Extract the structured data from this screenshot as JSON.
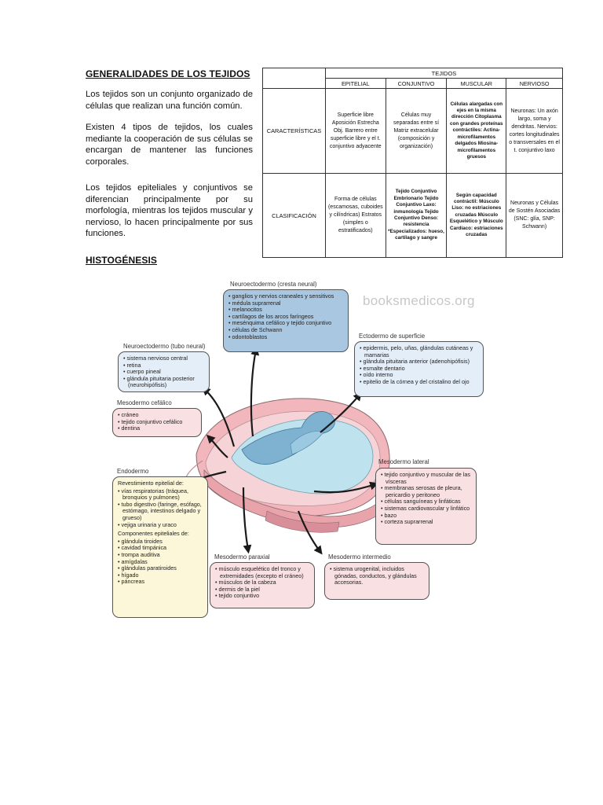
{
  "section1": {
    "title": "GENERALIDADES DE LOS TEJIDOS",
    "paragraphs": [
      "Los tejidos son un conjunto organizado de células que realizan una función común.",
      "Existen 4 tipos de tejidos, los cuales mediante la cooperación de sus células se encargan de mantener las funciones corporales.",
      "Los tejidos epiteliales y conjuntivos se diferencian principalmente por su morfología, mientras los tejidos muscular y nervioso, lo hacen principalmente por sus funciones."
    ]
  },
  "table": {
    "header": "TEJIDOS",
    "columns": [
      "EPITELIAL",
      "CONJUNTIVO",
      "MUSCULAR",
      "NERVIOSO"
    ],
    "rows": [
      {
        "label": "CARACTERÍSTICAS",
        "cells": [
          "Superficie libre Aposición Estrecha Obj. Barrero entre superficie libre y el t. conjuntivo adyacente",
          "Células muy separadas entre sí Matriz extracelular (composición y organización)",
          "Células alargadas con ejes en la misma dirección Citoplasma con grandes proteínas contráctiles: Actina-microfilamentos delgados Miosina-microfilamentos gruesos",
          "Neuronas: Un axón largo, soma y dendritas. Nervios: cortes longitudinales o transversales en el t. conjuntivo laxo"
        ]
      },
      {
        "label": "CLASIFICACIÓN",
        "cells": [
          "Forma de células (escamosas, cuboides y cilíndricas) Estratos (simples o estratificados)",
          "Tejido Conjuntivo Embrionario Tejido Conjuntivo Laxo: inmunología Tejido Conjuntivo Denso: resistencia *Especializados: hueso, cartílago y sangre",
          "Según capacidad contráctil: Músculo Liso: no estriaciones cruzadas Músculo Esquelético y Músculo Cardíaco: estriaciones cruzadas",
          "Neuronas y Células de Sostén Asociadas (SNC: glía, SNP: Schwann)"
        ]
      }
    ]
  },
  "section2": {
    "title": "HISTOGÉNESIS"
  },
  "diagram": {
    "watermark": "booksmedicos.org",
    "labels": {
      "cresta": "Neuroectodermo (cresta neural)",
      "tubo": "Neuroectodermo (tubo neural)",
      "superficie": "Ectodermo de superficie",
      "cefalico": "Mesodermo cefálico",
      "endodermo": "Endodermo",
      "lateral": "Mesodermo lateral",
      "paraxial": "Mesodermo paraxial",
      "intermedio": "Mesodermo intermedio"
    },
    "cresta_items": [
      "ganglios y nervios craneales y sensitivos",
      "médula suprarrenal",
      "melanocitos",
      "cartílagos de los arcos faríngeos",
      "mesénquima cefálico y tejido conjuntivo",
      "células de Schwann",
      "odontoblastos"
    ],
    "tubo_items": [
      "sistema nervioso central",
      "retina",
      "cuerpo pineal",
      "glándula pituitaria posterior (neurohipófisis)"
    ],
    "superficie_items": [
      "epidermis, pelo, uñas, glándulas cutáneas y mamarias",
      "glándula pituitaria anterior (adenohipófisis)",
      "esmalte dentario",
      "oído interno",
      "epitelio de la córnea y del cristalino del ojo"
    ],
    "cefalico_items": [
      "cráneo",
      "tejido conjuntivo cefálico",
      "dentina"
    ],
    "endodermo_sub1": "Revestimiento epitelial de:",
    "endodermo_items1": [
      "vías respiratorias (tráquea, bronquios y pulmones)",
      "tubo digestivo (faringe, esófago, estómago, intestinos delgado y grueso)",
      "vejiga urinaria y uraco"
    ],
    "endodermo_sub2": "Componentes epiteliales de:",
    "endodermo_items2": [
      "glándula tiroides",
      "cavidad timpánica",
      "trompa auditiva",
      "amígdalas",
      "glándulas paratiroides",
      "hígado",
      "páncreas"
    ],
    "lateral_items": [
      "tejido conjuntivo y muscular de las vísceras",
      "membranas serosas de pleura, pericardio y peritoneo",
      "células sanguíneas y linfáticas",
      "sistemas cardiovascular y linfático",
      "bazo",
      "corteza suprarrenal"
    ],
    "paraxial_items": [
      "músculo esquelético del tronco y extremidades (excepto el cráneo)",
      "músculos de la cabeza",
      "dermis de la piel",
      "tejido conjuntivo"
    ],
    "intermedio_items": [
      "sistema urogenital, incluidos gónadas, conductos, y glándulas accesorias."
    ]
  },
  "colors": {
    "cresta_box": "#a9c7e0",
    "tubo_box": "#e4eef9",
    "ectodermo_box": "#e4eef9",
    "mesodermo_box": "#f9e0e2",
    "endodermo_box": "#fbf7d8"
  }
}
